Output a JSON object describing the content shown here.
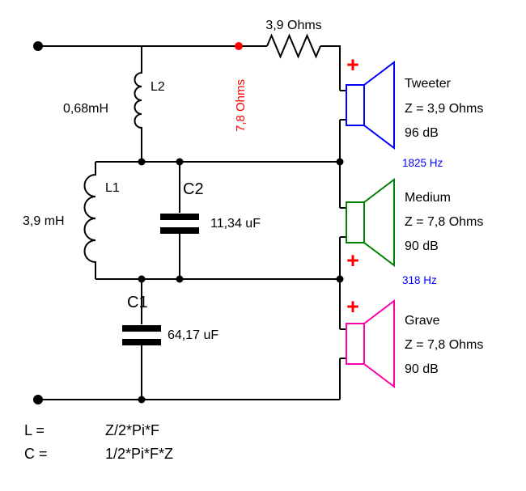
{
  "colors": {
    "wire": "#000000",
    "accent_red": "#ff0000",
    "tweeter_blue": "#0000ff",
    "medium_green": "#008000",
    "grave_pink": "#ff00aa",
    "frequency_blue": "#0000ff"
  },
  "plus_sign": "+",
  "series_resistor": {
    "label": "3,9 Ohms"
  },
  "tap_point": {
    "label": "7,8 Ohms"
  },
  "components": {
    "l2": {
      "name": "L2",
      "value": "0,68mH"
    },
    "l1": {
      "name": "L1",
      "value": "3,9 mH"
    },
    "c2": {
      "name": "C2",
      "value": "11,34 uF"
    },
    "c1": {
      "name": "C1",
      "value": "64,17 uF"
    }
  },
  "speakers": {
    "tweeter": {
      "name": "Tweeter",
      "impedance": "Z = 3,9 Ohms",
      "sensitivity": "96 dB"
    },
    "medium": {
      "name": "Medium",
      "impedance": "Z = 7,8 Ohms",
      "sensitivity": "90 dB"
    },
    "grave": {
      "name": "Grave",
      "impedance": "Z = 7,8 Ohms",
      "sensitivity": "90 dB"
    }
  },
  "crossover_frequencies": {
    "tweeter_medium": "1825 Hz",
    "medium_grave": "318 Hz"
  },
  "formulas": {
    "inductor_lhs": "L =",
    "inductor_rhs": "Z/2*Pi*F",
    "capacitor_lhs": "C =",
    "capacitor_rhs": "1/2*Pi*F*Z"
  }
}
